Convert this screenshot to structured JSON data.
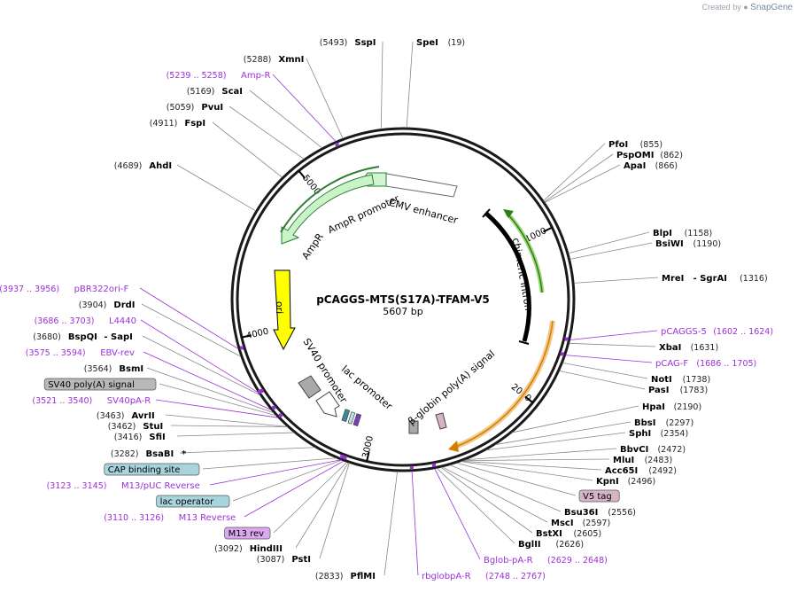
{
  "credit": {
    "prefix": "Created by",
    "brand": "SnapGene"
  },
  "plasmid": {
    "name": "pCAGGS-MTS(S17A)-TFAM-V5",
    "length_label": "5607 bp",
    "length": 5607
  },
  "ticks": [
    {
      "label": "1000",
      "bp": 1000
    },
    {
      "label": "2000",
      "bp": 2000
    },
    {
      "label": "3000",
      "bp": 3000
    },
    {
      "label": "4000",
      "bp": 4000
    },
    {
      "label": "5000",
      "bp": 5000
    }
  ],
  "sites": [
    {
      "name": "SspI",
      "pos": "(5493)",
      "bp": 5493,
      "label_side": "left",
      "color": "#000000"
    },
    {
      "name": "SpeI",
      "pos": "(19)",
      "bp": 19,
      "label_side": "right",
      "color": "#000000"
    },
    {
      "name": "XmnI",
      "pos": "(5288)",
      "bp": 5288,
      "label_side": "left",
      "color": "#000000"
    },
    {
      "name": "Amp-R",
      "pos": "(5239 .. 5258)",
      "bp": 5248,
      "label_side": "left",
      "color": "#9b30d9",
      "primer": true
    },
    {
      "name": "ScaI",
      "pos": "(5169)",
      "bp": 5169,
      "label_side": "left",
      "color": "#000000"
    },
    {
      "name": "PvuI",
      "pos": "(5059)",
      "bp": 5059,
      "label_side": "left",
      "color": "#000000"
    },
    {
      "name": "FspI",
      "pos": "(4911)",
      "bp": 4911,
      "label_side": "left",
      "color": "#000000"
    },
    {
      "name": "AhdI",
      "pos": "(4689)",
      "bp": 4689,
      "label_side": "left",
      "color": "#000000"
    },
    {
      "name": "PfoI",
      "pos": "(855)",
      "bp": 855,
      "label_side": "right",
      "color": "#000000"
    },
    {
      "name": "PspOMI",
      "pos": "(862)",
      "bp": 862,
      "label_side": "right",
      "color": "#000000"
    },
    {
      "name": "ApaI",
      "pos": "(866)",
      "bp": 866,
      "label_side": "right",
      "color": "#000000"
    },
    {
      "name": "BlpI",
      "pos": "(1158)",
      "bp": 1158,
      "label_side": "right",
      "color": "#000000"
    },
    {
      "name": "BsiWI",
      "pos": "(1190)",
      "bp": 1190,
      "label_side": "right",
      "color": "#000000"
    },
    {
      "name": "MreI",
      "pos": "(1316)",
      "bp": 1316,
      "label_side": "right",
      "color": "#000000",
      "extra": "SgrAI"
    },
    {
      "name": "pCAGGS-5",
      "pos": "(1602 .. 1624)",
      "bp": 1613,
      "label_side": "right",
      "color": "#9b30d9",
      "primer": true
    },
    {
      "name": "XbaI",
      "pos": "(1631)",
      "bp": 1631,
      "label_side": "right",
      "color": "#000000"
    },
    {
      "name": "pCAG-F",
      "pos": "(1686 .. 1705)",
      "bp": 1695,
      "label_side": "right",
      "color": "#9b30d9",
      "primer": true
    },
    {
      "name": "NotI",
      "pos": "(1738)",
      "bp": 1738,
      "label_side": "right",
      "color": "#000000"
    },
    {
      "name": "PasI",
      "pos": "(1783)",
      "bp": 1783,
      "label_side": "right",
      "color": "#000000"
    },
    {
      "name": "HpaI",
      "pos": "(2190)",
      "bp": 2190,
      "label_side": "right",
      "color": "#000000"
    },
    {
      "name": "BbsI",
      "pos": "(2297)",
      "bp": 2297,
      "label_side": "right",
      "color": "#000000"
    },
    {
      "name": "SphI",
      "pos": "(2354)",
      "bp": 2354,
      "label_side": "right",
      "color": "#000000"
    },
    {
      "name": "BbvCI",
      "pos": "(2472)",
      "bp": 2472,
      "label_side": "right",
      "color": "#000000"
    },
    {
      "name": "MluI",
      "pos": "(2483)",
      "bp": 2483,
      "label_side": "right",
      "color": "#000000"
    },
    {
      "name": "Acc65I",
      "pos": "(2492)",
      "bp": 2492,
      "label_side": "right",
      "color": "#000000"
    },
    {
      "name": "KpnI",
      "pos": "(2496)",
      "bp": 2496,
      "label_side": "right",
      "color": "#000000"
    },
    {
      "name": "V5 tag",
      "pos": "",
      "bp": 2520,
      "label_side": "right",
      "color": "#d7b3c6",
      "box": true
    },
    {
      "name": "Bsu36I",
      "pos": "(2556)",
      "bp": 2556,
      "label_side": "right",
      "color": "#000000"
    },
    {
      "name": "MscI",
      "pos": "(2597)",
      "bp": 2597,
      "label_side": "right",
      "color": "#000000"
    },
    {
      "name": "BstXI",
      "pos": "(2605)",
      "bp": 2605,
      "label_side": "right",
      "color": "#000000"
    },
    {
      "name": "BglII",
      "pos": "(2626)",
      "bp": 2626,
      "label_side": "right",
      "color": "#000000"
    },
    {
      "name": "Bglob-pA-R",
      "pos": "(2629 .. 2648)",
      "bp": 2638,
      "label_side": "right",
      "color": "#9b30d9",
      "primer": true
    },
    {
      "name": "rbglobpA-R",
      "pos": "(2748 .. 2767)",
      "bp": 2757,
      "label_side": "right",
      "color": "#9b30d9",
      "primer": true
    },
    {
      "name": "PflMI",
      "pos": "(2833)",
      "bp": 2833,
      "label_side": "left",
      "color": "#000000"
    },
    {
      "name": "PstI",
      "pos": "(3087)",
      "bp": 3087,
      "label_side": "left",
      "color": "#000000"
    },
    {
      "name": "HindIII",
      "pos": "(3092)",
      "bp": 3092,
      "label_side": "left",
      "color": "#000000"
    },
    {
      "name": "M13 rev",
      "pos": "",
      "bp": 3100,
      "label_side": "left",
      "color": "#dca9f0",
      "box": true
    },
    {
      "name": "M13 Reverse",
      "pos": "(3110 .. 3126)",
      "bp": 3118,
      "label_side": "left",
      "color": "#9b30d9",
      "primer": true
    },
    {
      "name": "lac operator",
      "pos": "",
      "bp": 3130,
      "label_side": "left",
      "color": "#a8d5dd",
      "box": true
    },
    {
      "name": "M13/pUC Reverse",
      "pos": "(3123 .. 3145)",
      "bp": 3134,
      "label_side": "left",
      "color": "#9b30d9",
      "primer": true
    },
    {
      "name": "CAP binding site",
      "pos": "",
      "bp": 3160,
      "label_side": "left",
      "color": "#a8d5dd",
      "box": true
    },
    {
      "name": "BsaBI",
      "pos": "(3282)",
      "bp": 3282,
      "label_side": "left",
      "color": "#000000",
      "star": "*"
    },
    {
      "name": "SfiI",
      "pos": "(3416)",
      "bp": 3416,
      "label_side": "left",
      "color": "#000000"
    },
    {
      "name": "StuI",
      "pos": "(3462)",
      "bp": 3462,
      "label_side": "left",
      "color": "#000000"
    },
    {
      "name": "AvrII",
      "pos": "(3463)",
      "bp": 3463,
      "label_side": "left",
      "color": "#000000"
    },
    {
      "name": "SV40pA-R",
      "pos": "(3521 .. 3540)",
      "bp": 3530,
      "label_side": "left",
      "color": "#9b30d9",
      "primer": true
    },
    {
      "name": "SV40 poly(A) signal",
      "pos": "",
      "bp": 3545,
      "label_side": "left",
      "color": "#b8b8b8",
      "box": true
    },
    {
      "name": "BsmI",
      "pos": "(3564)",
      "bp": 3564,
      "label_side": "left",
      "color": "#000000"
    },
    {
      "name": "EBV-rev",
      "pos": "(3575 .. 3594)",
      "bp": 3584,
      "label_side": "left",
      "color": "#9b30d9",
      "primer": true
    },
    {
      "name": "BspQI",
      "pos": "(3680)",
      "bp": 3680,
      "label_side": "left",
      "color": "#000000",
      "extra": "SapI"
    },
    {
      "name": "L4440",
      "pos": "(3686 .. 3703)",
      "bp": 3694,
      "label_side": "left",
      "color": "#9b30d9",
      "primer": true
    },
    {
      "name": "DrdI",
      "pos": "(3904)",
      "bp": 3904,
      "label_side": "left",
      "color": "#000000"
    },
    {
      "name": "pBR322ori-F",
      "pos": "(3937 .. 3956)",
      "bp": 3946,
      "label_side": "left",
      "color": "#9b30d9",
      "primer": true
    }
  ],
  "features": [
    {
      "name": "CMV enhancer",
      "color": "#ffffff"
    },
    {
      "name": "AmpR promoter",
      "color": "#d1f7d1"
    },
    {
      "name": "AmpR",
      "color": "#c8f4c8"
    },
    {
      "name": "chimeric intron",
      "color": "#000000"
    },
    {
      "name": "ori",
      "color": "#ffff00"
    },
    {
      "name": "SV40 promoter",
      "color": "#a9a9a9"
    },
    {
      "name": "lac promoter",
      "color": "#ffffff"
    },
    {
      "name": "β-globin poly(A) signal",
      "color": "#a9a9a9"
    }
  ]
}
